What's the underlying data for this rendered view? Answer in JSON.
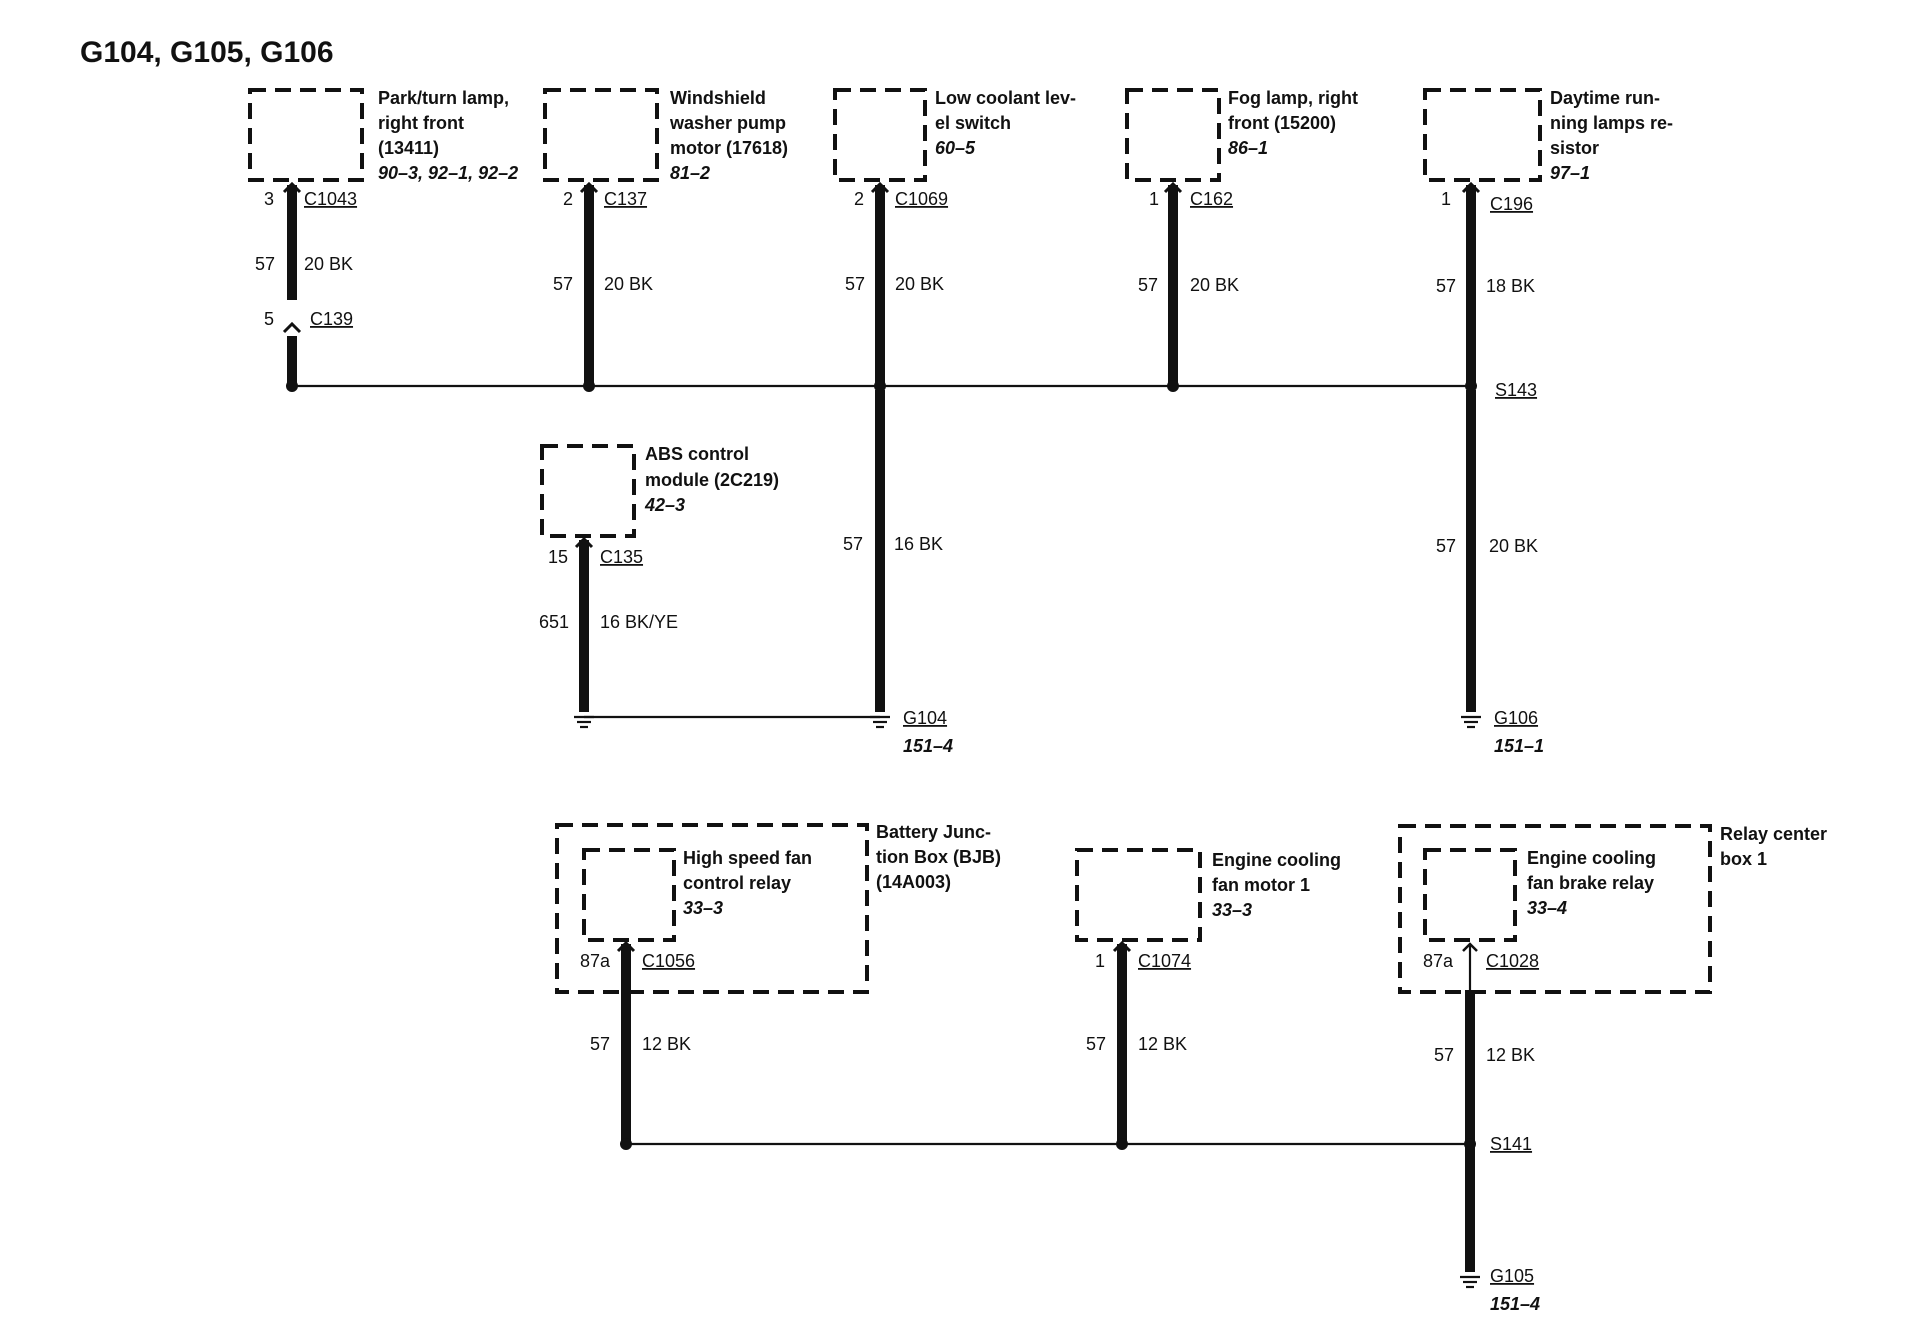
{
  "title": "G104, G105, G106",
  "components": {
    "park_turn_lamp": {
      "lines": [
        "Park/turn lamp,",
        "right front",
        "(13411)"
      ],
      "ref": "90–3, 92–1, 92–2",
      "pin": "3",
      "connector": "C1043"
    },
    "inline_c139": {
      "pin": "5",
      "connector": "C139"
    },
    "washer_pump": {
      "lines": [
        "Windshield",
        "washer pump",
        "motor (17618)"
      ],
      "ref": "81–2",
      "pin": "2",
      "connector": "C137"
    },
    "low_coolant": {
      "lines": [
        "Low coolant lev-",
        "el switch"
      ],
      "ref": "60–5",
      "pin": "2",
      "connector": "C1069"
    },
    "fog_lamp": {
      "lines": [
        "Fog lamp, right",
        "front (15200)"
      ],
      "ref": "86–1",
      "pin": "1",
      "connector": "C162"
    },
    "drl_resistor": {
      "lines": [
        "Daytime run-",
        "ning lamps re-",
        "sistor"
      ],
      "ref": "97–1",
      "pin": "1",
      "connector": "C196"
    },
    "abs_module": {
      "lines": [
        "ABS control",
        "module (2C219)"
      ],
      "ref": "42–3",
      "pin": "15",
      "connector": "C135"
    },
    "bjb": {
      "lines": [
        "Battery Junc-",
        "tion Box (BJB)",
        "(14A003)"
      ]
    },
    "hs_fan_relay": {
      "lines": [
        "High speed fan",
        "control relay"
      ],
      "ref": "33–3",
      "pin": "87a",
      "connector": "C1056"
    },
    "fan_motor": {
      "lines": [
        "Engine cooling",
        "fan motor 1"
      ],
      "ref": "33–3",
      "pin": "1",
      "connector": "C1074"
    },
    "relay_center": {
      "lines": [
        "Relay center",
        "box 1"
      ]
    },
    "brake_relay": {
      "lines": [
        "Engine cooling",
        "fan brake relay"
      ],
      "ref": "33–4",
      "pin": "87a",
      "connector": "C1028"
    }
  },
  "wires": {
    "w1": {
      "circuit": "57",
      "gauge": "20 BK"
    },
    "w2": {
      "circuit": "57",
      "gauge": "20 BK"
    },
    "w3": {
      "circuit": "57",
      "gauge": "20 BK"
    },
    "w4": {
      "circuit": "57",
      "gauge": "20 BK"
    },
    "w5": {
      "circuit": "57",
      "gauge": "18 BK"
    },
    "w6": {
      "circuit": "57",
      "gauge": "16 BK"
    },
    "w7": {
      "circuit": "57",
      "gauge": "20 BK"
    },
    "w8": {
      "circuit": "651",
      "gauge": "16 BK/YE"
    },
    "w9": {
      "circuit": "57",
      "gauge": "12 BK"
    },
    "w10": {
      "circuit": "57",
      "gauge": "12 BK"
    },
    "w11": {
      "circuit": "57",
      "gauge": "12 BK"
    }
  },
  "splices": {
    "s143": "S143",
    "s141": "S141"
  },
  "grounds": {
    "g104": {
      "name": "G104",
      "ref": "151–4"
    },
    "g106": {
      "name": "G106",
      "ref": "151–1"
    },
    "g105": {
      "name": "G105",
      "ref": "151–4"
    }
  }
}
